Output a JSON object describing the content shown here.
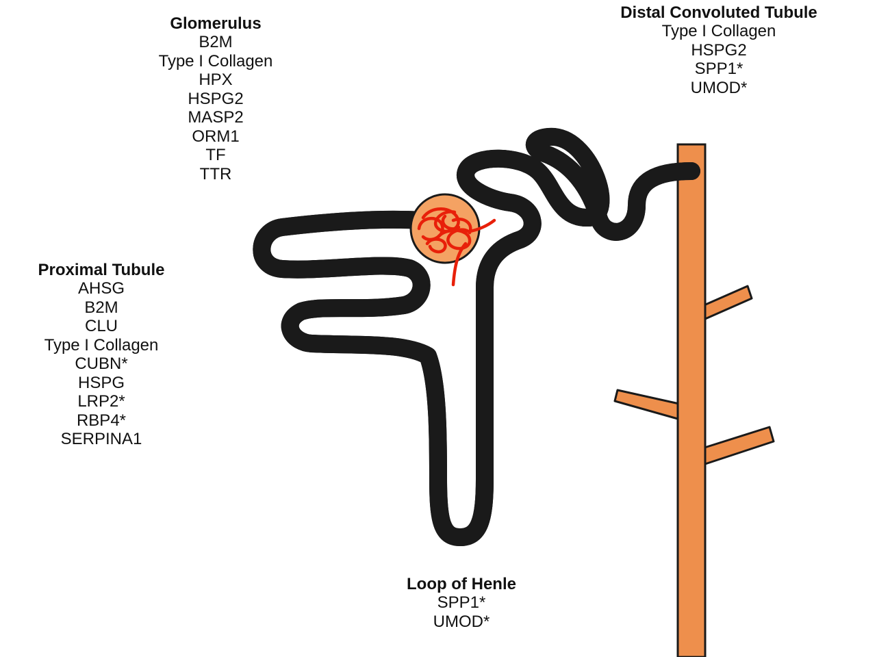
{
  "colors": {
    "tubule_fill": "#f4a263",
    "tubule_outline": "#1a1a1a",
    "duct_fill": "#ee8f4c",
    "glomerulus_capillary": "#e8200a",
    "text": "#111111"
  },
  "labels": {
    "glomerulus": {
      "title": "Glomerulus",
      "items": [
        "B2M",
        "Type I Collagen",
        "HPX",
        "HSPG2",
        "MASP2",
        "ORM1",
        "TF",
        "TTR"
      ]
    },
    "proximal_tubule": {
      "title": "Proximal Tubule",
      "items": [
        "AHSG",
        "B2M",
        "CLU",
        "Type I Collagen",
        "CUBN*",
        "HSPG",
        "LRP2*",
        "RBP4*",
        "SERPINA1"
      ]
    },
    "distal_convoluted_tubule": {
      "title": "Distal Convoluted Tubule",
      "items": [
        "Type I Collagen",
        "HSPG2",
        "SPP1*",
        "UMOD*"
      ]
    },
    "loop_of_henle": {
      "title": "Loop of Henle",
      "items": [
        "SPP1*",
        "UMOD*"
      ]
    }
  }
}
